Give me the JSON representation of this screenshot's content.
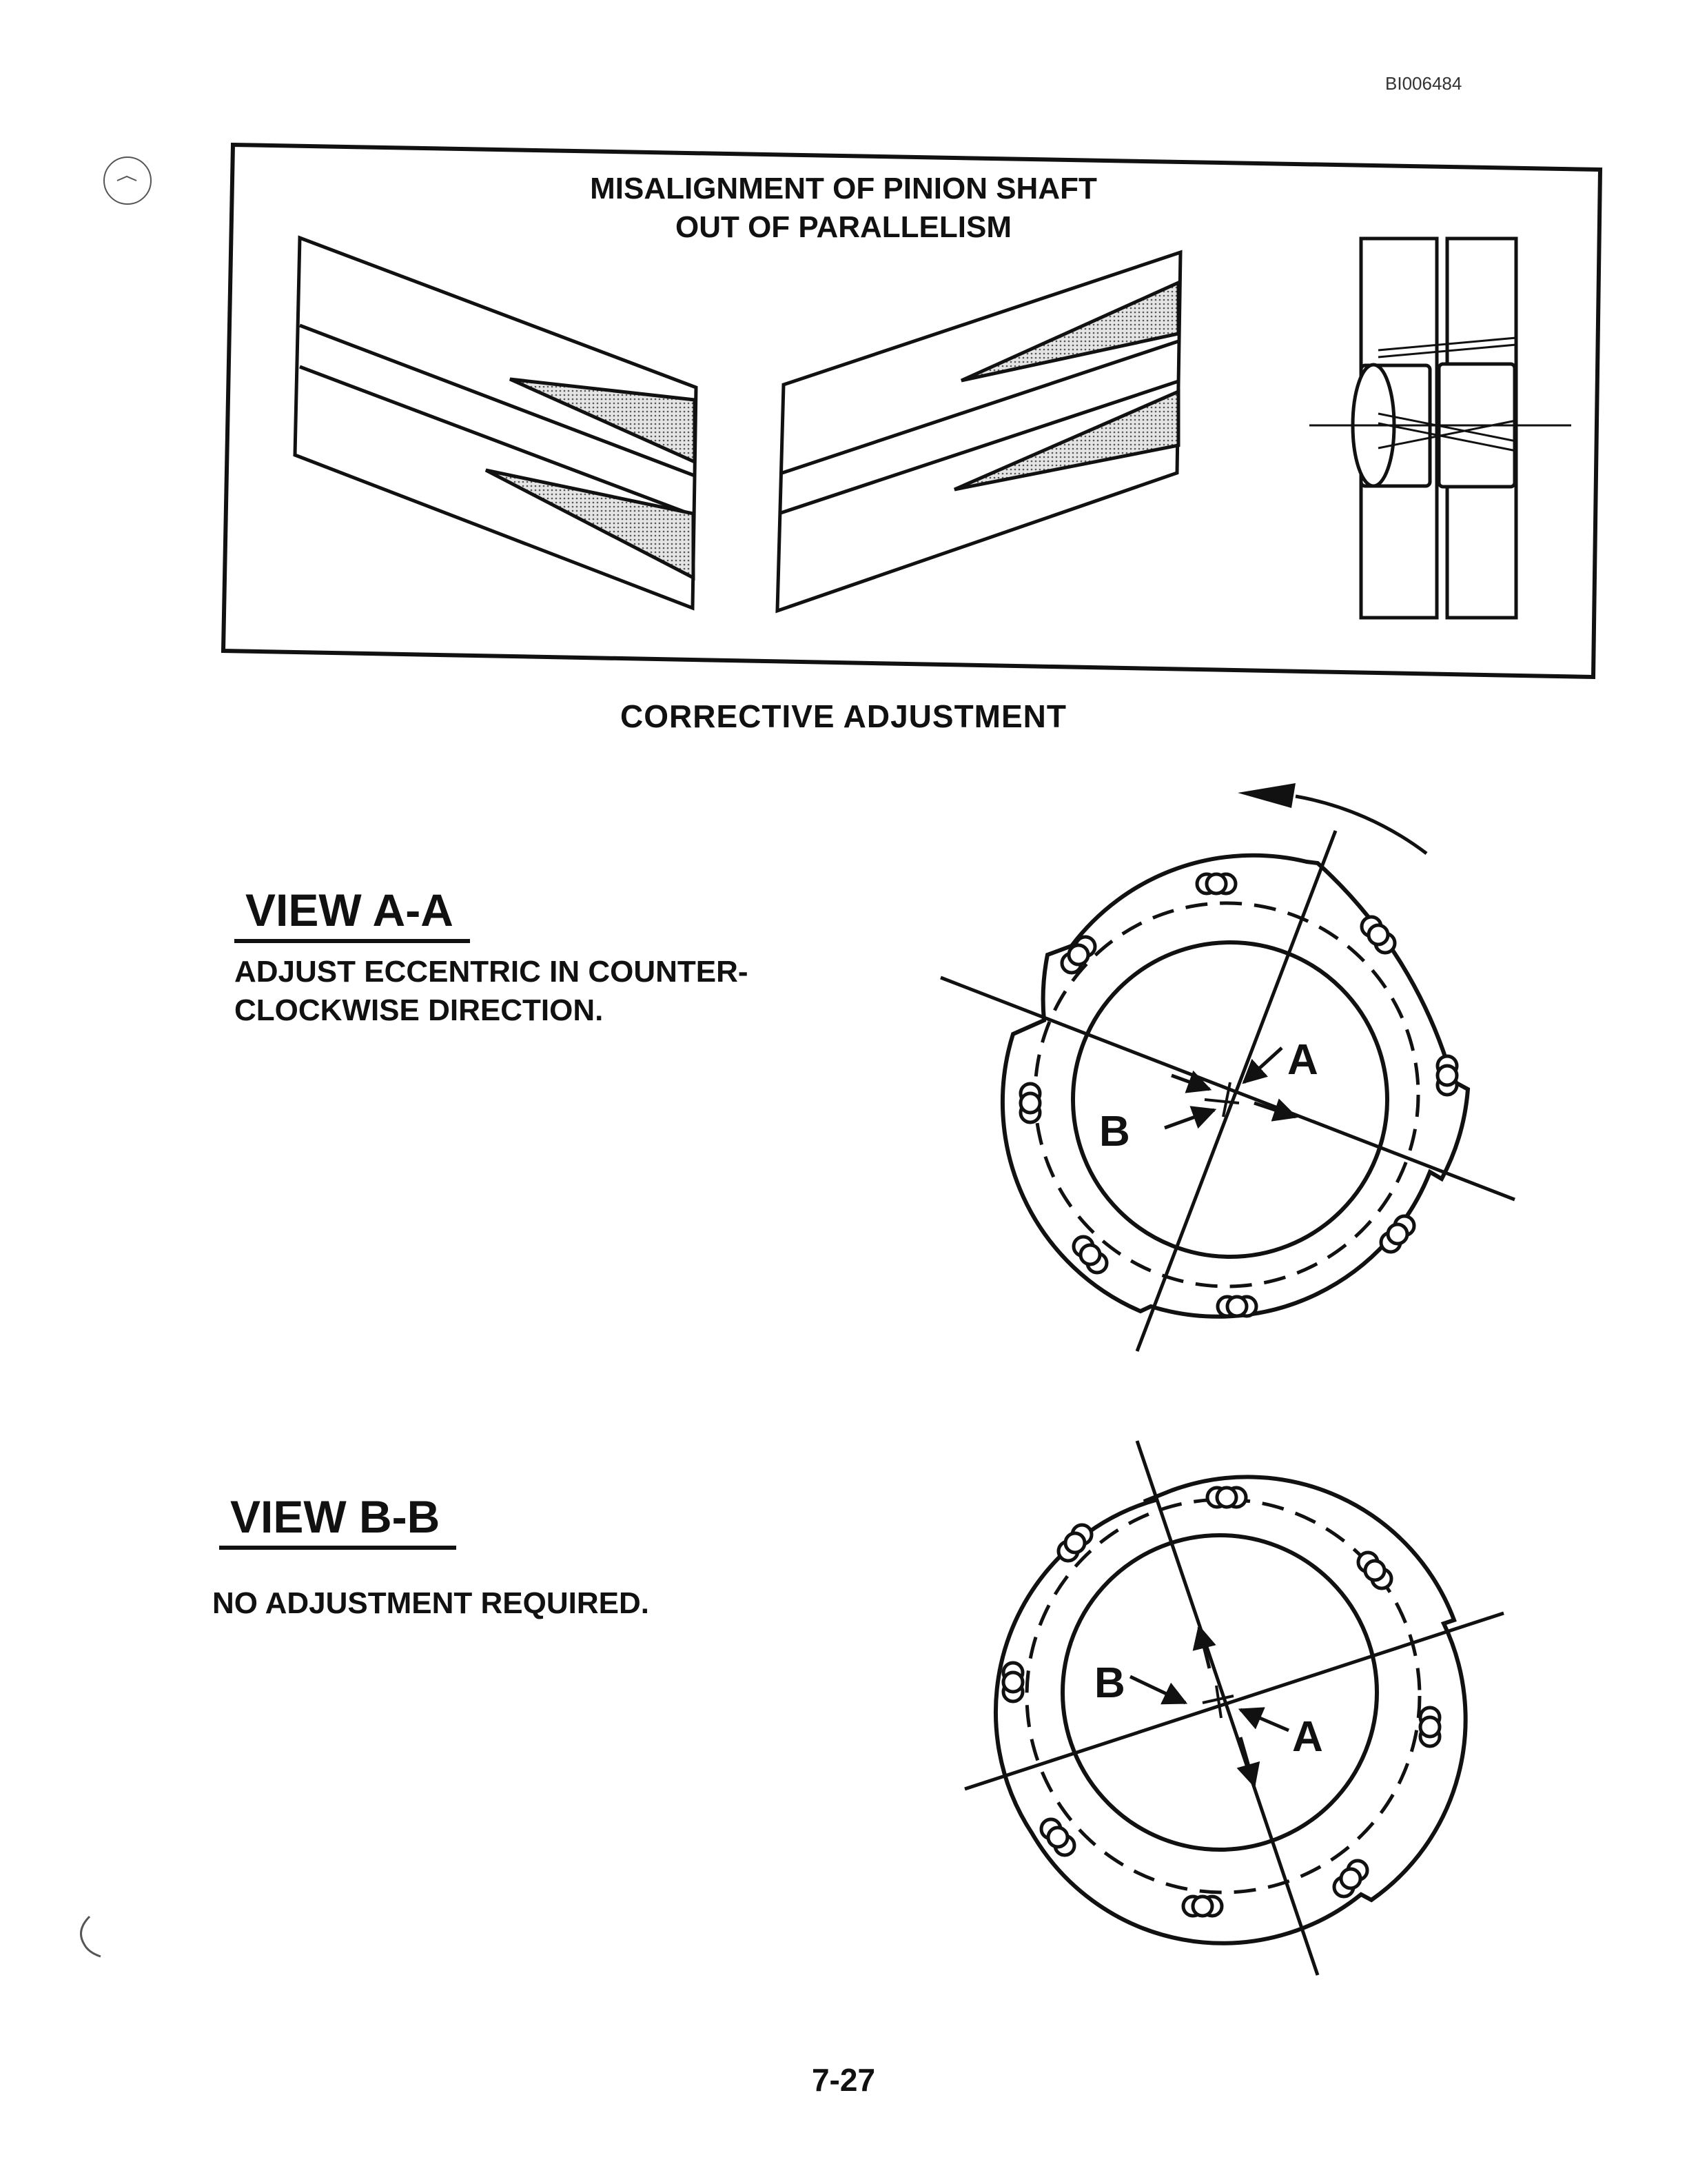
{
  "document": {
    "doc_id": "BI006484",
    "page_number": "7-27"
  },
  "misalignment_panel": {
    "title_line1": "MISALIGNMENT OF PINION SHAFT",
    "title_line2": "OUT OF PARALLELISM"
  },
  "corrective_heading": "CORRECTIVE ADJUSTMENT",
  "view_a": {
    "heading": "VIEW A-A",
    "note": "ADJUST ECCENTRIC IN COUNTER-\nCLOCKWISE DIRECTION.",
    "label_a": "A",
    "label_b": "B"
  },
  "view_b": {
    "heading": "VIEW B-B",
    "note": "NO ADJUSTMENT REQUIRED.",
    "label_a": "A",
    "label_b": "B"
  },
  "colors": {
    "ink": "#111111",
    "shade": "#c8c8c8"
  },
  "icons": {
    "view_a_rotation": "counterclockwise-arrow-icon"
  }
}
